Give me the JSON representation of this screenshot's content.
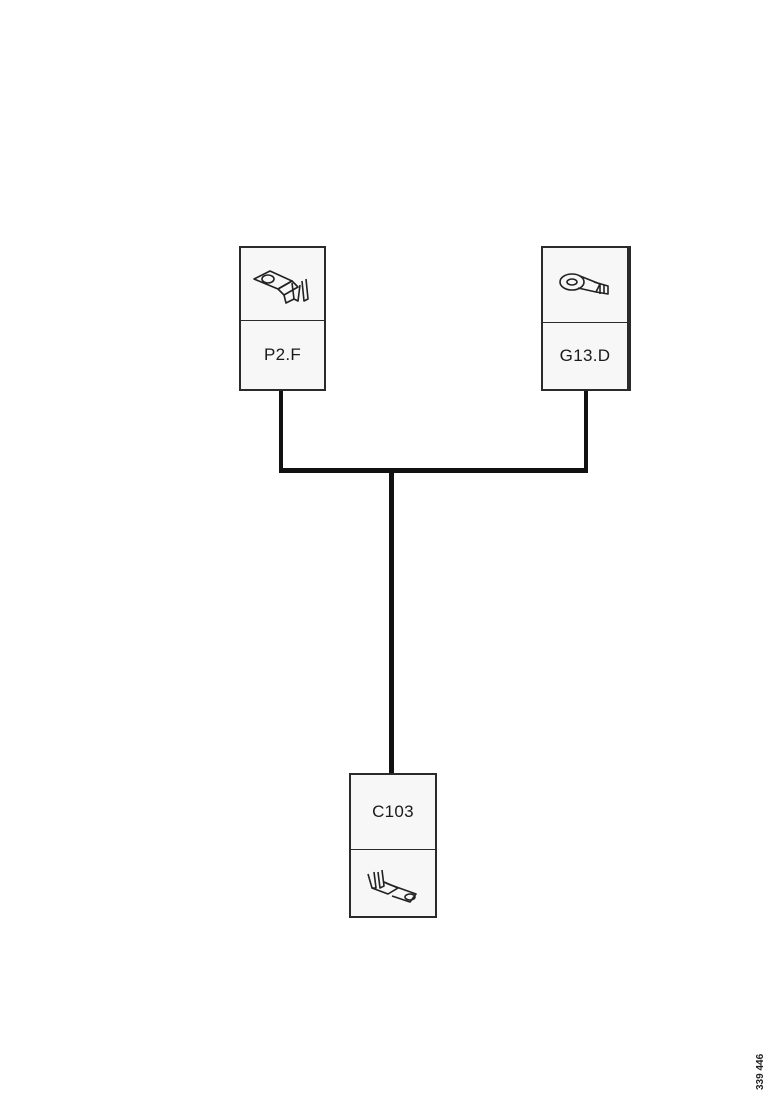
{
  "connectors": [
    {
      "id": "p2f",
      "label": "P2.F",
      "icon": "terminal-pin-icon"
    },
    {
      "id": "g13d",
      "label": "G13.D",
      "icon": "ring-terminal-icon"
    },
    {
      "id": "c103",
      "label": "C103",
      "icon": "terminal-pin-icon"
    }
  ],
  "reference_number": "339 446",
  "colors": {
    "wire": "#111111",
    "box_border": "#2a2a2a",
    "box_fill": "#f7f7f7"
  }
}
